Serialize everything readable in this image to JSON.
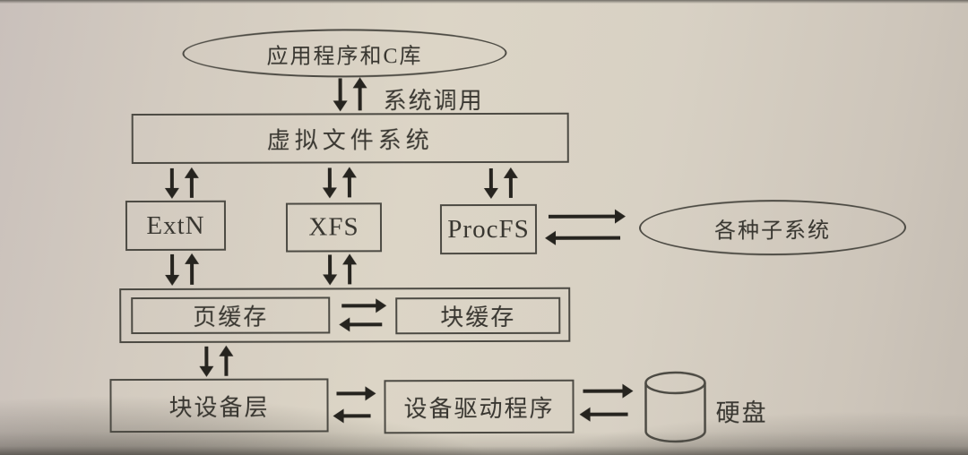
{
  "page": {
    "kind": "book-photo-of-diagram",
    "paper_color": "#d8d1c4",
    "ink_color": "#4c4a43",
    "arrow_color": "#26241f"
  },
  "nodes": {
    "applications": "应用程序和C库",
    "system_call": "系统调用",
    "vfs": "虚拟文件系统",
    "extn": "ExtN",
    "xfs": "XFS",
    "procfs": "ProcFS",
    "subsystems": "各种子系统",
    "page_cache": "页缓存",
    "block_cache": "块缓存",
    "block_device_layer": "块设备层",
    "device_driver": "设备驱动程序",
    "hard_disk": "硬盘"
  },
  "edges": [
    {
      "from": "applications",
      "to": "vfs",
      "style": "bidirectional-vertical",
      "label": "系统调用"
    },
    {
      "from": "vfs",
      "to": "extn",
      "style": "bidirectional-vertical"
    },
    {
      "from": "vfs",
      "to": "xfs",
      "style": "bidirectional-vertical"
    },
    {
      "from": "vfs",
      "to": "procfs",
      "style": "bidirectional-vertical"
    },
    {
      "from": "procfs",
      "to": "subsystems",
      "style": "bidirectional-horizontal"
    },
    {
      "from": "extn",
      "to": "page_cache",
      "style": "bidirectional-vertical"
    },
    {
      "from": "xfs",
      "to": "page_cache",
      "style": "bidirectional-vertical"
    },
    {
      "from": "page_cache",
      "to": "block_cache",
      "style": "bidirectional-horizontal"
    },
    {
      "from": "page_cache",
      "to": "block_device_layer",
      "style": "bidirectional-vertical"
    },
    {
      "from": "block_device_layer",
      "to": "device_driver",
      "style": "bidirectional-horizontal"
    },
    {
      "from": "device_driver",
      "to": "hard_disk",
      "style": "bidirectional-horizontal"
    }
  ]
}
